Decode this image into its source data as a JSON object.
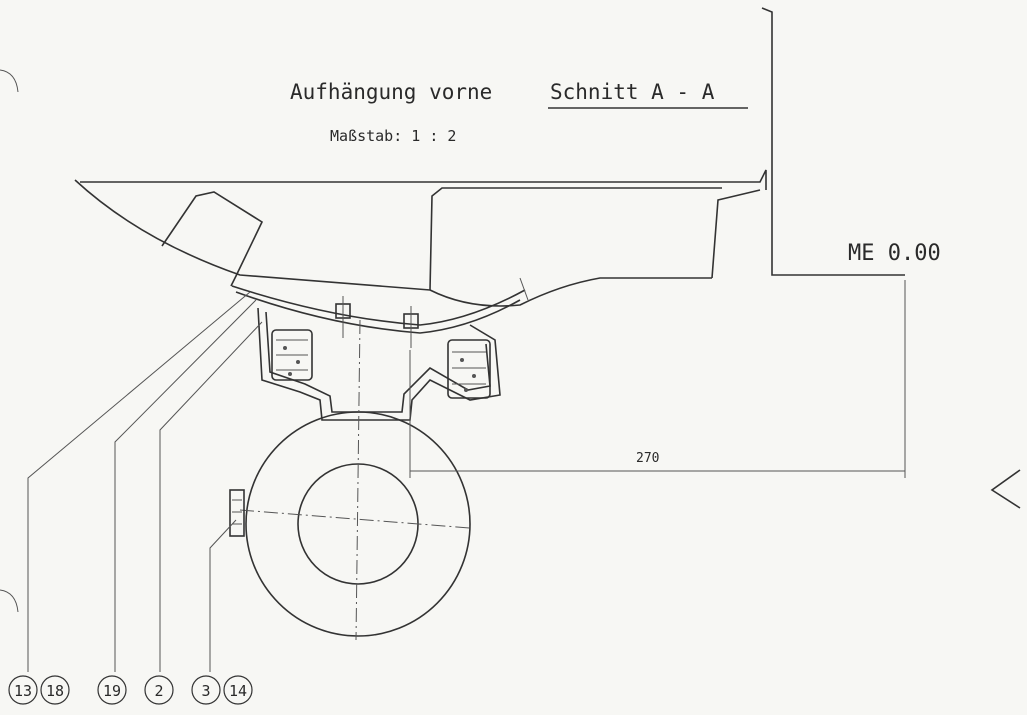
{
  "title": "Aufhängung vorne",
  "section": "Schnitt A - A",
  "scale": "Maßstab: 1 : 2",
  "reference_level": "ME 0.00",
  "dimension_value": "270",
  "callouts": [
    "13",
    "18",
    "19",
    "2",
    "3",
    "14"
  ]
}
